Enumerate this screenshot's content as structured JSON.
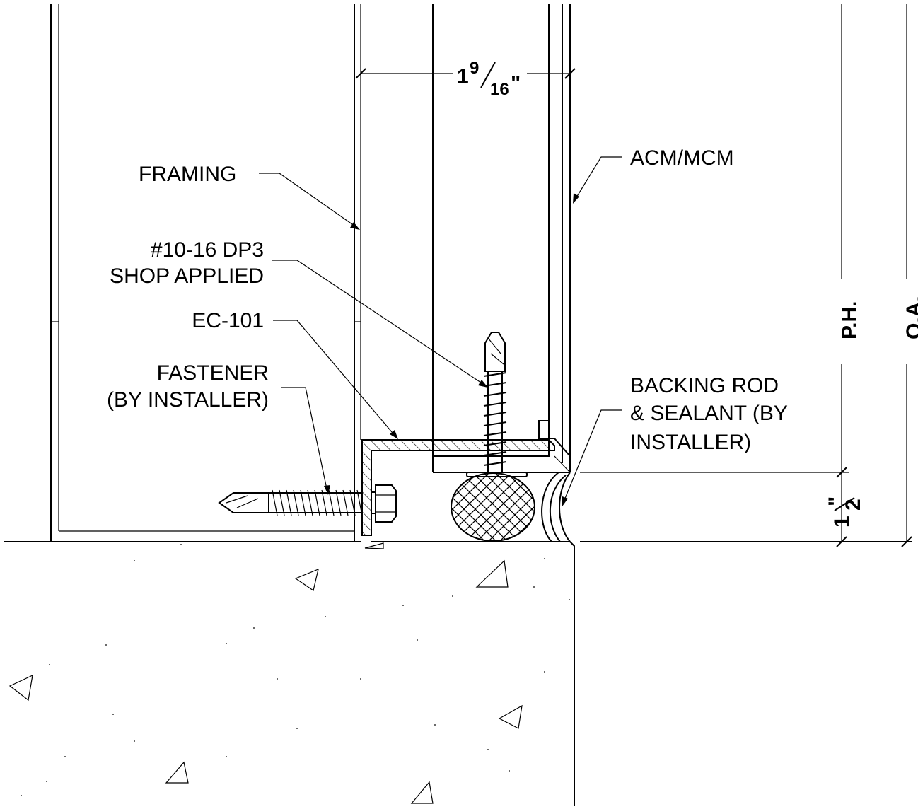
{
  "labels": {
    "framing": "FRAMING",
    "acm": "ACM/MCM",
    "screw_line1": "#10-16 DP3",
    "screw_line2": "SHOP APPLIED",
    "ec101": "EC-101",
    "fastener_line1": "FASTENER",
    "fastener_line2": "(BY INSTALLER)",
    "backing_line1": "BACKING ROD",
    "backing_line2": "& SEALANT (BY",
    "backing_line3": "INSTALLER)"
  },
  "dimensions": {
    "width_whole": "1",
    "width_num": "9",
    "width_den": "16",
    "width_unit": "\"",
    "gap_whole": "1",
    "gap_den": "2",
    "gap_unit": "\"",
    "ph": "P.H.",
    "oa": "O.A."
  }
}
